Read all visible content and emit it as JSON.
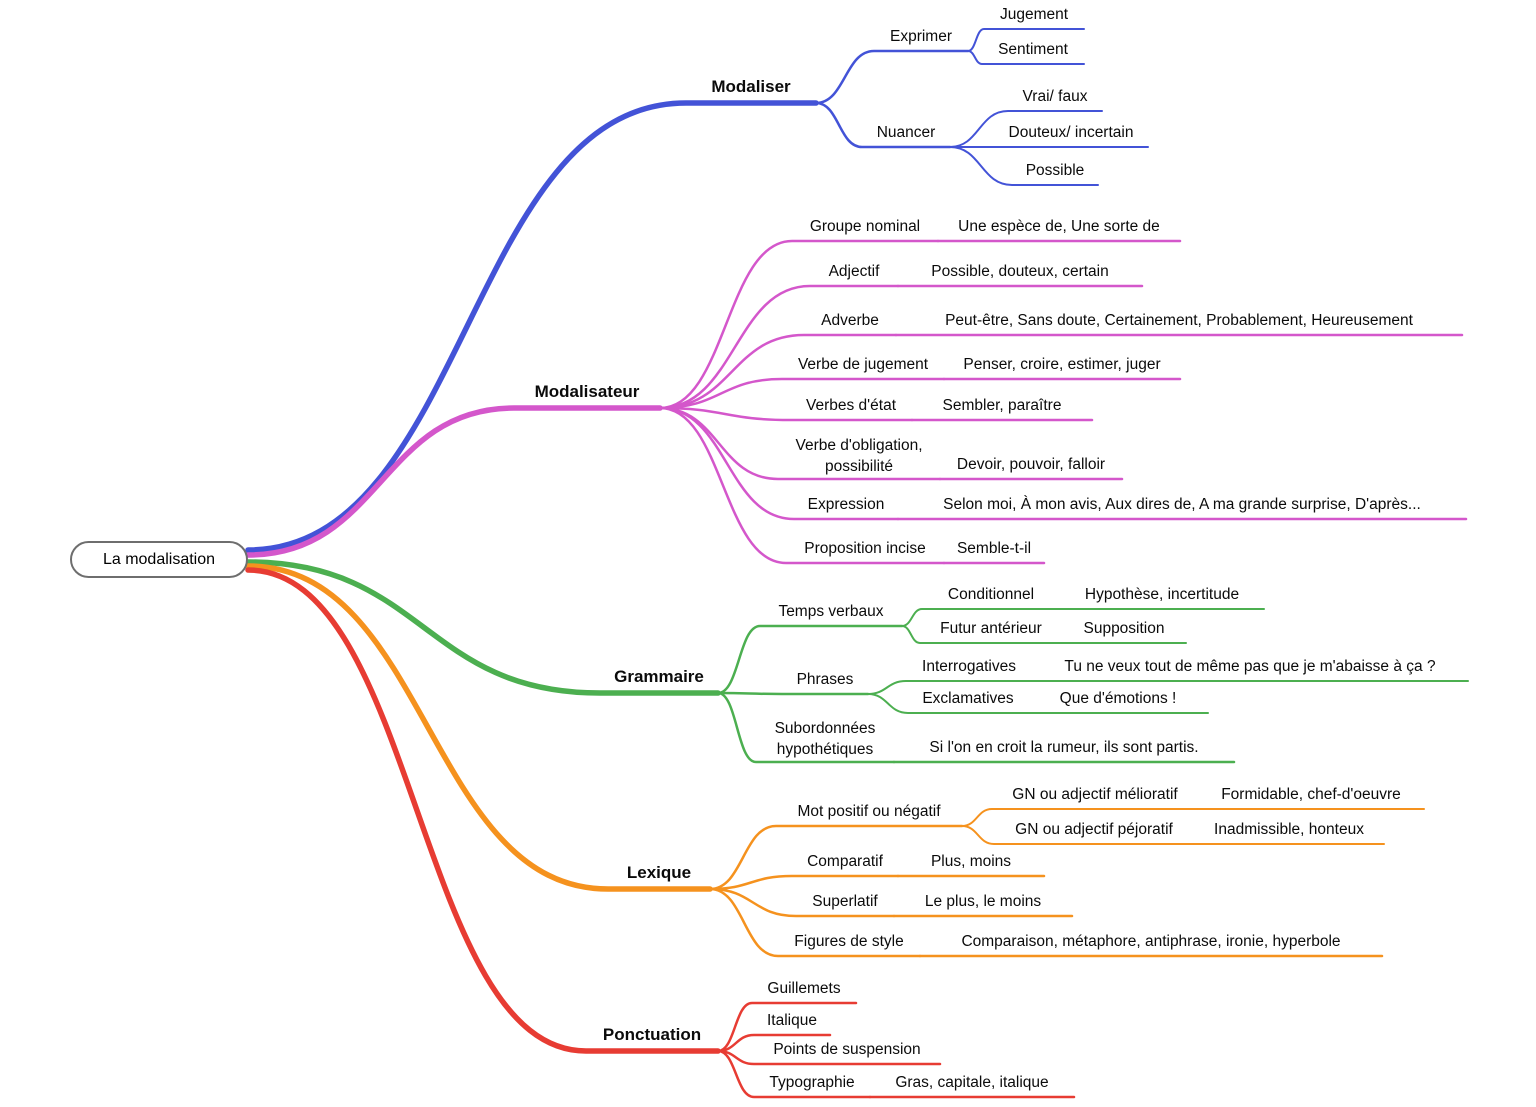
{
  "root": {
    "label": "La modalisation"
  },
  "branches": [
    {
      "label": "Modaliser",
      "color": "#4353d7",
      "children": [
        {
          "label": "Exprimer",
          "children": [
            {
              "label": "Jugement"
            },
            {
              "label": "Sentiment"
            }
          ]
        },
        {
          "label": "Nuancer",
          "children": [
            {
              "label": "Vrai/ faux"
            },
            {
              "label": "Douteux/ incertain"
            },
            {
              "label": "Possible"
            }
          ]
        }
      ]
    },
    {
      "label": "Modalisateur",
      "color": "#d457cb",
      "children": [
        {
          "label": "Groupe nominal",
          "children": [
            {
              "label": "Une espèce de, Une sorte de"
            }
          ]
        },
        {
          "label": "Adjectif",
          "children": [
            {
              "label": "Possible, douteux, certain"
            }
          ]
        },
        {
          "label": "Adverbe",
          "children": [
            {
              "label": "Peut-être, Sans doute, Certainement, Probablement, Heureusement"
            }
          ]
        },
        {
          "label": "Verbe de jugement",
          "children": [
            {
              "label": "Penser, croire, estimer, juger"
            }
          ]
        },
        {
          "label": "Verbes d'état",
          "children": [
            {
              "label": "Sembler, paraître"
            }
          ]
        },
        {
          "label": "Verbe d'obligation,\npossibilité",
          "children": [
            {
              "label": "Devoir, pouvoir, falloir"
            }
          ]
        },
        {
          "label": "Expression",
          "children": [
            {
              "label": "Selon moi, À mon avis, Aux dires de, A ma grande surprise, D'après..."
            }
          ]
        },
        {
          "label": "Proposition incise",
          "children": [
            {
              "label": "Semble-t-il"
            }
          ]
        }
      ]
    },
    {
      "label": "Grammaire",
      "color": "#4caf50",
      "children": [
        {
          "label": "Temps verbaux",
          "children": [
            {
              "label": "Conditionnel",
              "children": [
                {
                  "label": "Hypothèse, incertitude"
                }
              ]
            },
            {
              "label": "Futur antérieur",
              "children": [
                {
                  "label": "Supposition"
                }
              ]
            }
          ]
        },
        {
          "label": "Phrases",
          "children": [
            {
              "label": "Interrogatives",
              "children": [
                {
                  "label": "Tu ne veux tout de même pas que je m'abaisse à ça ?"
                }
              ]
            },
            {
              "label": "Exclamatives",
              "children": [
                {
                  "label": "Que d'émotions !"
                }
              ]
            }
          ]
        },
        {
          "label": "Subordonnées\nhypothétiques",
          "children": [
            {
              "label": "Si l'on en croit la rumeur, ils sont partis."
            }
          ]
        }
      ]
    },
    {
      "label": "Lexique",
      "color": "#f5921e",
      "children": [
        {
          "label": "Mot positif ou négatif",
          "children": [
            {
              "label": "GN ou adjectif mélioratif",
              "children": [
                {
                  "label": "Formidable, chef-d'oeuvre"
                }
              ]
            },
            {
              "label": "GN ou adjectif péjoratif",
              "children": [
                {
                  "label": "Inadmissible, honteux"
                }
              ]
            }
          ]
        },
        {
          "label": "Comparatif",
          "children": [
            {
              "label": "Plus, moins"
            }
          ]
        },
        {
          "label": "Superlatif",
          "children": [
            {
              "label": "Le plus, le moins"
            }
          ]
        },
        {
          "label": "Figures de style",
          "children": [
            {
              "label": "Comparaison, métaphore, antiphrase, ironie, hyperbole"
            }
          ]
        }
      ]
    },
    {
      "label": "Ponctuation",
      "color": "#e73c33",
      "children": [
        {
          "label": "Guillemets"
        },
        {
          "label": "Italique"
        },
        {
          "label": "Points de suspension"
        },
        {
          "label": "Typographie",
          "children": [
            {
              "label": "Gras, capitale, italique"
            }
          ]
        }
      ]
    }
  ]
}
